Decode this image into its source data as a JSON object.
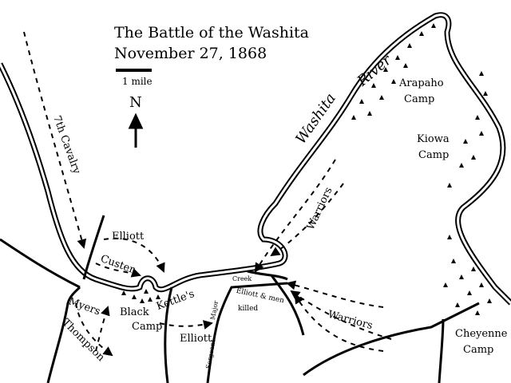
{
  "title": "The Battle of the Washita",
  "date": "November 27, 1868",
  "scale_label": "1 mile",
  "north_label": "N",
  "labels": {
    "cavalry": "7th Cavalry",
    "river": "Washita",
    "river2": "River",
    "arapaho": "Arapaho",
    "arapaho_camp": "Camp",
    "kiowa": "Kiowa",
    "kiowa_camp": "Camp",
    "warriors1": "Warriors",
    "warriors2": "Warriors",
    "elliott_top": "Elliott",
    "custer": "Custer",
    "myers": "Myers",
    "thompson": "Thompson",
    "black": "Black",
    "kettles": "Kettle's",
    "black_camp": "Camp",
    "elliott_bottom": "Elliott",
    "creek": "Creek",
    "major": "Major",
    "sergeant": "Sergeant",
    "killed1": "Elliott & men",
    "killed2": "killed",
    "cheyenne": "Cheyenne",
    "cheyenne_camp": "Camp"
  }
}
